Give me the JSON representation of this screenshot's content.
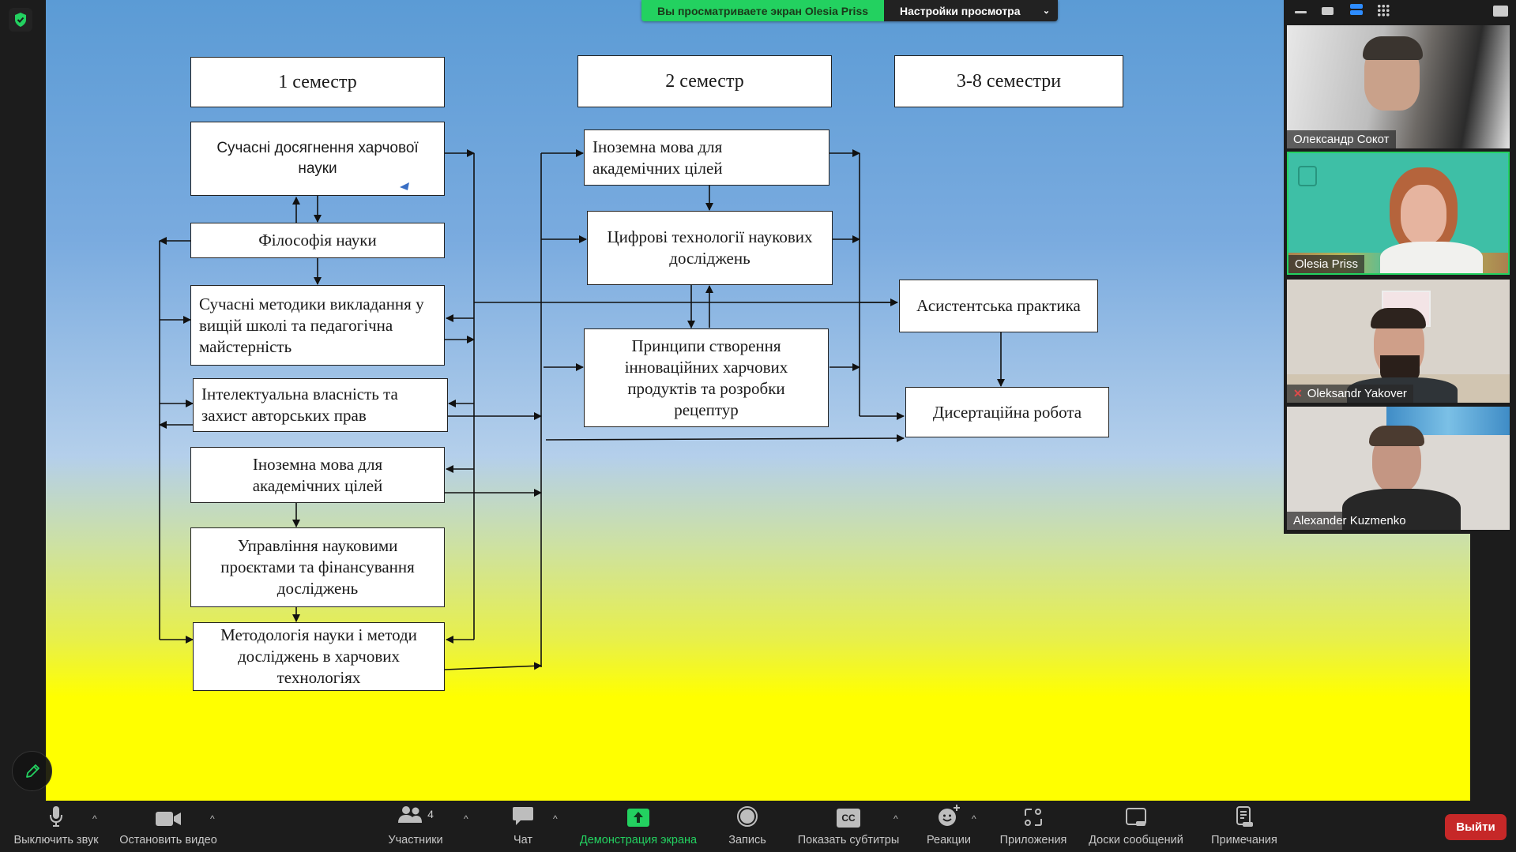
{
  "share_banner": {
    "viewing_text": "Вы просматриваете экран Olesia Priss",
    "view_options_label": "Настройки просмотра"
  },
  "slide": {
    "column_headers": [
      "1 семестр",
      "2 семестр",
      "3-8 семестри"
    ],
    "semester1": [
      "Сучасні досягнення харчової науки",
      "Філософія науки",
      "Сучасні методики викладання у вищій школі та педагогічна майстерність",
      "Інтелектуальна власність та захист авторських прав",
      "Іноземна мова для академічних цілей",
      "Управління науковими проєктами та фінансування досліджень",
      "Методологія науки і методи досліджень в харчових технологіях"
    ],
    "semester2": [
      "Іноземна мова для академічних цілей",
      "Цифрові технології наукових досліджень",
      "Принципи створення інноваційних харчових продуктів та розробки рецептур"
    ],
    "semesters3to8": [
      "Асистентська практика",
      "Дисертаційна робота"
    ]
  },
  "participants": [
    {
      "name": "Олександр Сокот",
      "muted": false,
      "active": false
    },
    {
      "name": "Olesia Priss",
      "muted": false,
      "active": true
    },
    {
      "name": "Oleksandr Yakover",
      "muted": true,
      "active": false
    },
    {
      "name": "Alexander Kuzmenko",
      "muted": false,
      "active": false
    }
  ],
  "toolbar": {
    "mute_label": "Выключить звук",
    "video_label": "Остановить видео",
    "participants_label": "Участники",
    "participants_count": "4",
    "chat_label": "Чат",
    "share_label": "Демонстрация экрана",
    "record_label": "Запись",
    "captions_label": "Показать субтитры",
    "captions_icon_text": "CC",
    "reactions_label": "Реакции",
    "apps_label": "Приложения",
    "whiteboards_label": "Доски сообщений",
    "notes_label": "Примечания",
    "leave_label": "Выйти"
  },
  "colors": {
    "accent_green": "#23d160",
    "leave_red": "#c62828",
    "toolbar_bg": "#1c1c1c"
  }
}
